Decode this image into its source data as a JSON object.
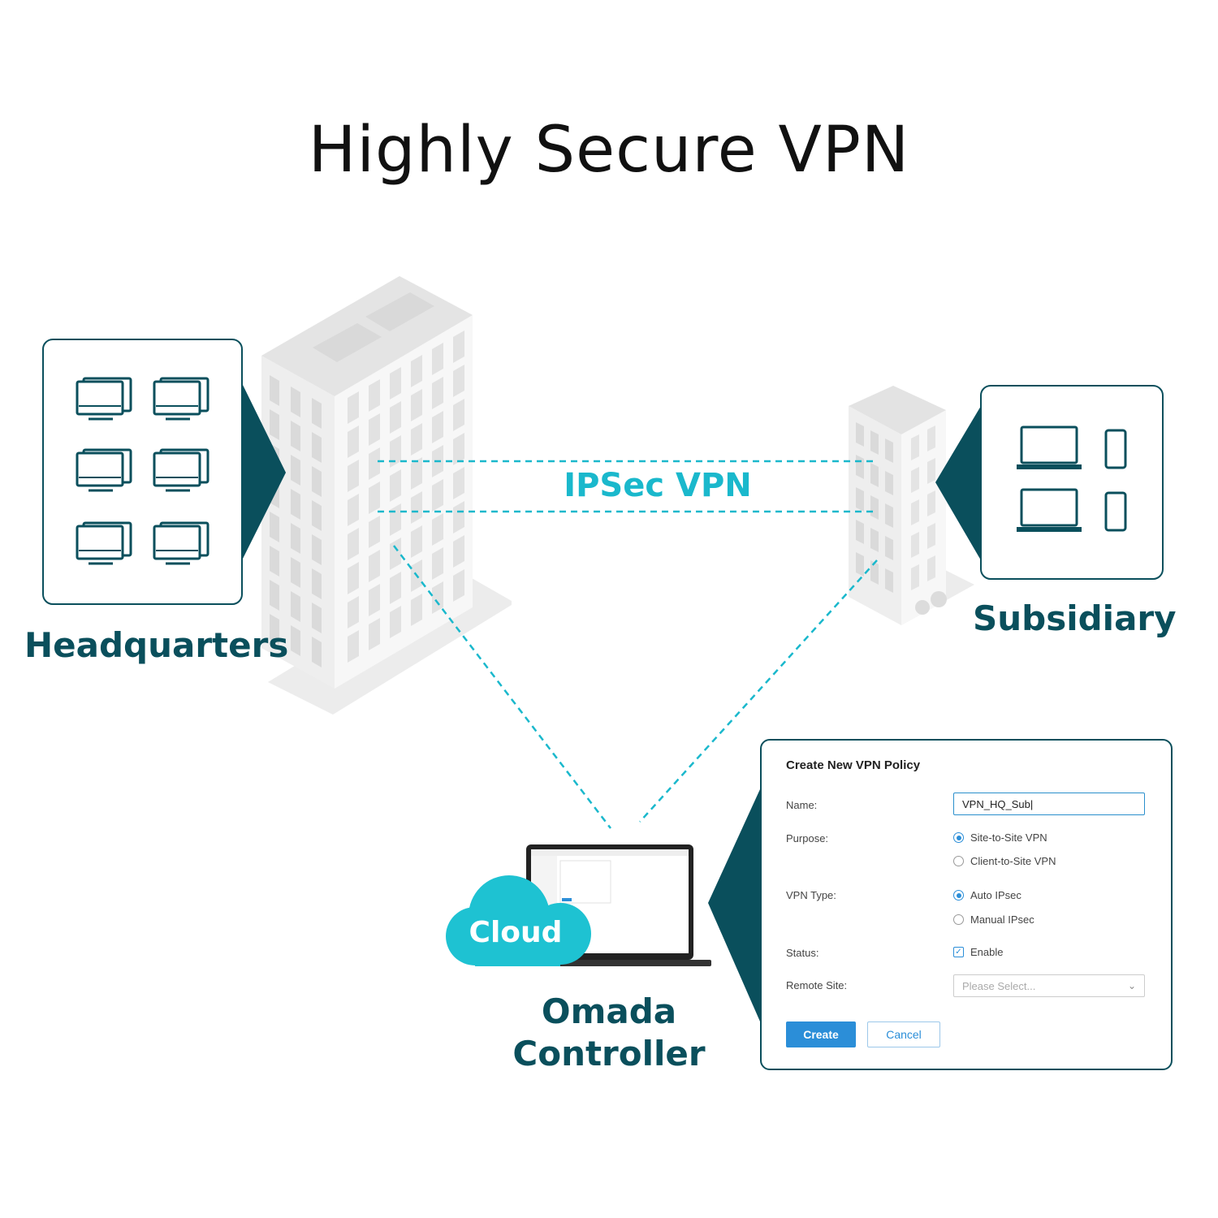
{
  "title": "Highly Secure VPN",
  "nodes": {
    "headquarters": "Headquarters",
    "subsidiary": "Subsidiary",
    "controller": [
      "Omada",
      "Controller"
    ],
    "cloud": "Cloud"
  },
  "links": {
    "vpn_label": "IPSec VPN"
  },
  "dialog": {
    "title": "Create New VPN Policy",
    "name_label": "Name:",
    "name_value": "VPN_HQ_Sub|",
    "purpose_label": "Purpose:",
    "purpose_options": [
      "Site-to-Site VPN",
      "Client-to-Site VPN"
    ],
    "purpose_selected": "Site-to-Site VPN",
    "vpn_type_label": "VPN Type:",
    "vpn_type_options": [
      "Auto IPsec",
      "Manual IPsec"
    ],
    "vpn_type_selected": "Auto IPsec",
    "status_label": "Status:",
    "status_option": "Enable",
    "status_checked": true,
    "remote_site_label": "Remote Site:",
    "remote_site_placeholder": "Please Select...",
    "create_button": "Create",
    "cancel_button": "Cancel"
  },
  "colors": {
    "dark_teal": "#0a4f5c",
    "cyan": "#1ab8cc",
    "button_blue": "#2b8ed8"
  }
}
